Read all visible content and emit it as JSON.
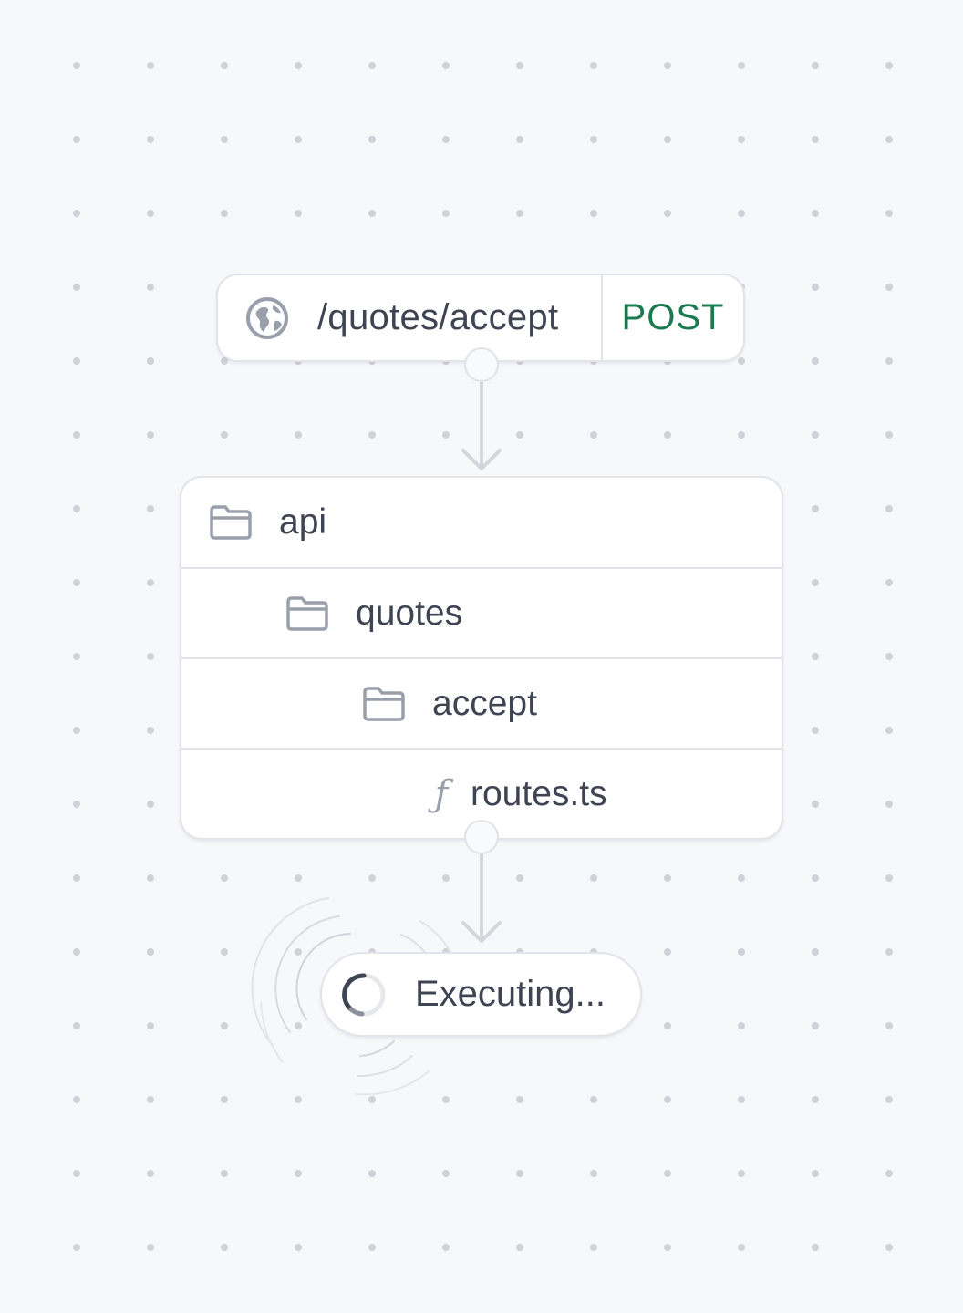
{
  "endpoint": {
    "icon": "globe-icon",
    "path": "/quotes/accept",
    "method": "POST",
    "method_color": "#1b7a4f"
  },
  "tree": {
    "rows": [
      {
        "kind": "folder",
        "icon": "folder-icon",
        "label": "api",
        "depth": 0
      },
      {
        "kind": "folder",
        "icon": "folder-icon",
        "label": "quotes",
        "depth": 1
      },
      {
        "kind": "folder",
        "icon": "folder-icon",
        "label": "accept",
        "depth": 2
      },
      {
        "kind": "file",
        "icon": "function-icon",
        "glyph": "ƒ",
        "label": "routes.ts",
        "depth": 3
      }
    ]
  },
  "status": {
    "icon": "spinner-icon",
    "label": "Executing..."
  },
  "colors": {
    "background": "#f7f8fa",
    "card_border": "#e2e4e9",
    "text": "#3f4452",
    "icon": "#9aa0ab",
    "connector": "#d3d6dc"
  }
}
